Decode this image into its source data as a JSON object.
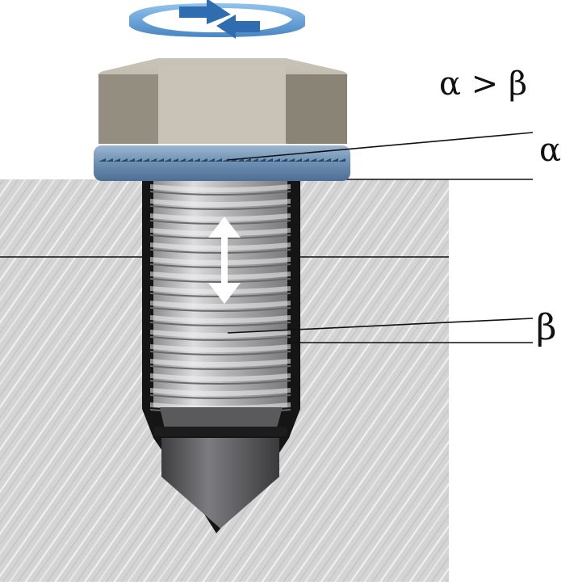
{
  "labels": {
    "relation": "α > β",
    "alpha": "α",
    "beta": "β"
  },
  "colors": {
    "rotation_arrow": "#4a87c8",
    "washer": "#6f93b7",
    "nut": "#a59f92",
    "bolt": "#b9b9bb",
    "block": "#d6d6d6",
    "sealant": "#141414",
    "vibration_arrow": "#ffffff"
  },
  "icons": {
    "rotation": "circular-arrow-icon",
    "vibration": "double-arrow-icon"
  }
}
